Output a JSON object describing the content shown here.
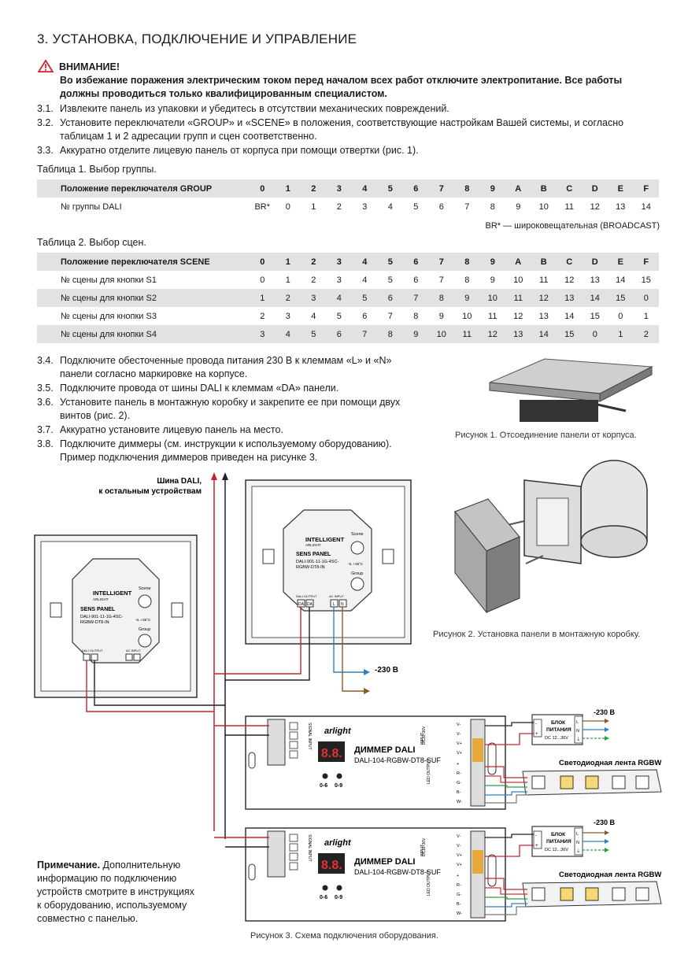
{
  "heading": "3.  УСТАНОВКА, ПОДКЛЮЧЕНИЕ И УПРАВЛЕНИЕ",
  "warning": {
    "title": "ВНИМАНИЕ!",
    "line1": "Во избежание поражения электрическим током перед началом всех работ отключите электропитание. Все работы",
    "line2": "должны проводиться только квалифицированным специалистом."
  },
  "steps_top": [
    {
      "n": "3.1.",
      "lines": [
        "Извлеките панель из упаковки и убедитесь в отсутствии механических повреждений."
      ]
    },
    {
      "n": "3.2.",
      "lines": [
        "Установите переключатели «GROUP» и «SCENE» в положения, соответствующие настройкам Вашей системы, и согласно",
        "таблицам 1 и 2 адресации групп и сцен соответственно."
      ]
    },
    {
      "n": "3.3.",
      "lines": [
        "Аккуратно отделите лицевую панель от корпуса при помощи отвертки (рис. 1)."
      ]
    }
  ],
  "table1": {
    "title": "Таблица 1. Выбор группы.",
    "header_label": "Положение переключателя GROUP",
    "columns": [
      "0",
      "1",
      "2",
      "3",
      "4",
      "5",
      "6",
      "7",
      "8",
      "9",
      "A",
      "B",
      "C",
      "D",
      "E",
      "F"
    ],
    "rows": [
      {
        "label": "№ группы DALI",
        "values": [
          "BR*",
          "0",
          "1",
          "2",
          "3",
          "4",
          "5",
          "6",
          "7",
          "8",
          "9",
          "10",
          "11",
          "12",
          "13",
          "14"
        ]
      }
    ],
    "note": "BR* — широковещательная (BROADCAST)"
  },
  "table2": {
    "title": "Таблица 2. Выбор сцен.",
    "header_label": "Положение переключателя SCENE",
    "columns": [
      "0",
      "1",
      "2",
      "3",
      "4",
      "5",
      "6",
      "7",
      "8",
      "9",
      "A",
      "B",
      "C",
      "D",
      "E",
      "F"
    ],
    "rows": [
      {
        "label": "№ сцены для кнопки S1",
        "values": [
          "0",
          "1",
          "2",
          "3",
          "4",
          "5",
          "6",
          "7",
          "8",
          "9",
          "10",
          "11",
          "12",
          "13",
          "14",
          "15"
        ]
      },
      {
        "label": "№ сцены для кнопки S2",
        "values": [
          "1",
          "2",
          "3",
          "4",
          "5",
          "6",
          "7",
          "8",
          "9",
          "10",
          "11",
          "12",
          "13",
          "14",
          "15",
          "0"
        ]
      },
      {
        "label": "№ сцены для кнопки S3",
        "values": [
          "2",
          "3",
          "4",
          "5",
          "6",
          "7",
          "8",
          "9",
          "10",
          "11",
          "12",
          "13",
          "14",
          "15",
          "0",
          "1"
        ]
      },
      {
        "label": "№ сцены для кнопки S4",
        "values": [
          "3",
          "4",
          "5",
          "6",
          "7",
          "8",
          "9",
          "10",
          "11",
          "12",
          "13",
          "14",
          "15",
          "0",
          "1",
          "2"
        ]
      }
    ]
  },
  "steps_bottom": [
    {
      "n": "3.4.",
      "lines": [
        "Подключите обесточенные провода питания 230 В к клеммам «L» и «N»",
        "панели согласно маркировке на корпусе."
      ]
    },
    {
      "n": "3.5.",
      "lines": [
        "Подключите провода от шины DALI к клеммам «DA» панели."
      ]
    },
    {
      "n": "3.6.",
      "lines": [
        "Установите панель в монтажную коробку и закрепите ее при помощи двух",
        "винтов (рис. 2)."
      ]
    },
    {
      "n": "3.7.",
      "lines": [
        "Аккуратно установите лицевую панель на место."
      ]
    },
    {
      "n": "3.8.",
      "lines": [
        "Подключите диммеры (см. инструкции к используемому оборудованию).",
        "Пример подключения диммеров приведен на рисунке 3."
      ]
    }
  ],
  "figures": {
    "fig1": "Рисунок 1. Отсоединение панели от корпуса.",
    "fig2": "Рисунок 2. Установка панели в монтажную коробку.",
    "fig3": "Рисунок 3. Схема подключения оборудования."
  },
  "diagram": {
    "dali_bus_line1": "Шина DALI,",
    "dali_bus_line2": "к остальным устройствам",
    "v230": "-230 В",
    "brand": "INTELLIGENT",
    "brand_sub": "ARLIGHT",
    "panel_title": "SENS PANEL",
    "panel_model_1a": "DALI-901-11-1G-4SC-",
    "panel_model_1b": "RGBW-DT8-IN",
    "panel_model_2a": "DALI-901-11-1G-4SC-",
    "panel_model_2b": "RGBW-DT8-IN",
    "scene": "Scene",
    "group": "Group",
    "temp": "-5..+35°C",
    "dali_output": "DALI OUTPUT",
    "ac_input": "AC INPUT",
    "da": "DA",
    "term_l": "L",
    "term_n": "N",
    "arlight": "arlight",
    "dimmer_title": "ДИММЕР DALI",
    "dimmer_model": "DALI-104-RGBW-DT8-SUF",
    "display": "8.8.",
    "knob1": "0-6",
    "knob2": "0-9",
    "signal_input": "SIGNAL INPUT",
    "input_label": "INPUT",
    "input_volt": "DC12-36V",
    "led_output": "LED OUTPUT",
    "psu_line1": "БЛОК",
    "psu_line2": "ПИТАНИЯ",
    "psu_volt": "DC 12...36V",
    "psu_l": "L",
    "psu_n": "N",
    "psu_g": "⏚",
    "strip_label": "Светодиодная лента RGBW",
    "term_vminus": "V-",
    "term_vplus": "V+",
    "term_plus": "+",
    "term_r": "R-",
    "term_g": "G-",
    "term_b": "B-",
    "term_w": "W-"
  },
  "note": {
    "bold": "Примечание.",
    "rest1": " Дополнительную",
    "line2": "информацию по подключению",
    "line3": "устройств смотрите в инструкциях",
    "line4": "к оборудованию, используемому",
    "line5": "совместно с панелью."
  },
  "colors": {
    "warning": "#d4202a",
    "wire_red": "#c0272d",
    "wire_blue": "#2f80c0",
    "wire_brown": "#8a5a2b",
    "terminal_orange": "#e8a020",
    "table_fill": "#e2e2e2"
  }
}
